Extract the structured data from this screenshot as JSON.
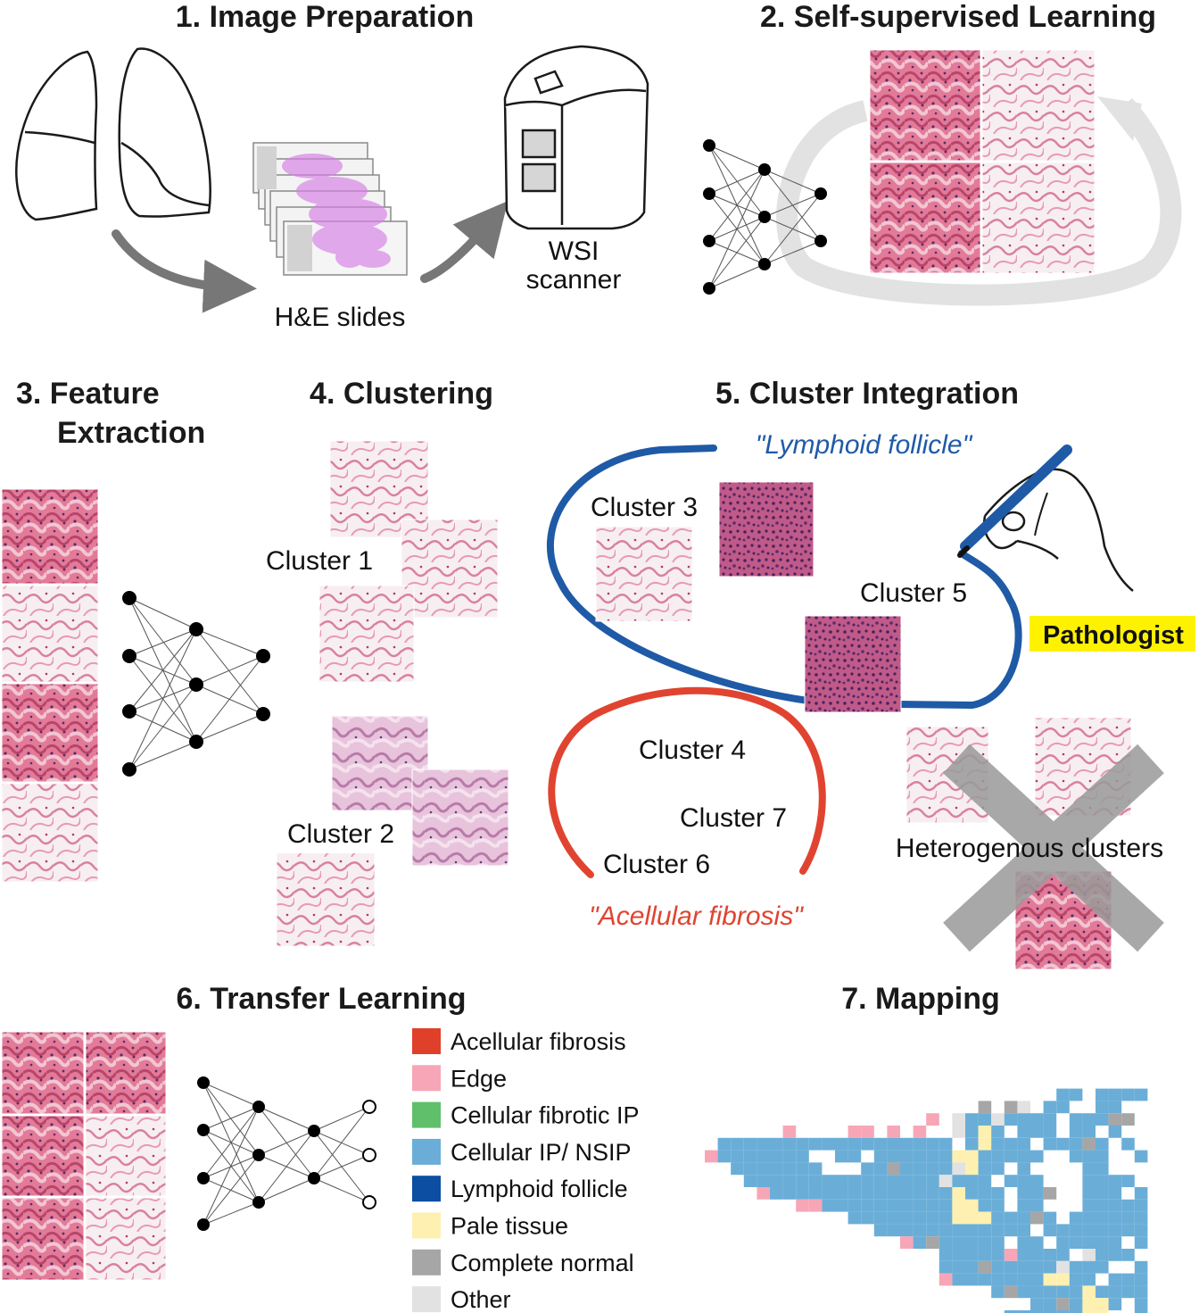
{
  "sections": {
    "s1": "1. Image Preparation",
    "s2": "2. Self-supervised Learning",
    "s3_line1": "3. Feature",
    "s3_line2": "Extraction",
    "s4": "4. Clustering",
    "s5": "5. Cluster Integration",
    "s6": "6. Transfer Learning",
    "s7": "7. Mapping"
  },
  "prep": {
    "slides_label": "H&E slides",
    "scanner_line1": "WSI",
    "scanner_line2": "scanner"
  },
  "clustering": {
    "cluster1": "Cluster 1",
    "cluster2": "Cluster 2"
  },
  "integration": {
    "lymphoid_label": "\"Lymphoid follicle\"",
    "acellular_label": "\"Acellular fibrosis\"",
    "cluster3": "Cluster 3",
    "cluster5": "Cluster 5",
    "cluster4": "Cluster 4",
    "cluster7": "Cluster 7",
    "cluster6": "Cluster 6",
    "pathologist": "Pathologist",
    "heterogenous": "Heterogenous clusters",
    "colors": {
      "lymphoid": "#1f5aa6",
      "acellular": "#e04430",
      "highlight": "#fff200"
    }
  },
  "legend": [
    {
      "label": "Acellular fibrosis",
      "color": "#e0402a"
    },
    {
      "label": "Edge",
      "color": "#f7a6b7"
    },
    {
      "label": "Cellular fibrotic IP",
      "color": "#5fbf6a"
    },
    {
      "label": "Cellular IP/ NSIP",
      "color": "#6aaed8"
    },
    {
      "label": "Lymphoid follicle",
      "color": "#0b4ea2"
    },
    {
      "label": "Pale tissue",
      "color": "#fdf0b0"
    },
    {
      "label": "Complete normal",
      "color": "#a6a6a6"
    },
    {
      "label": "Other",
      "color": "#e2e2e2"
    }
  ]
}
